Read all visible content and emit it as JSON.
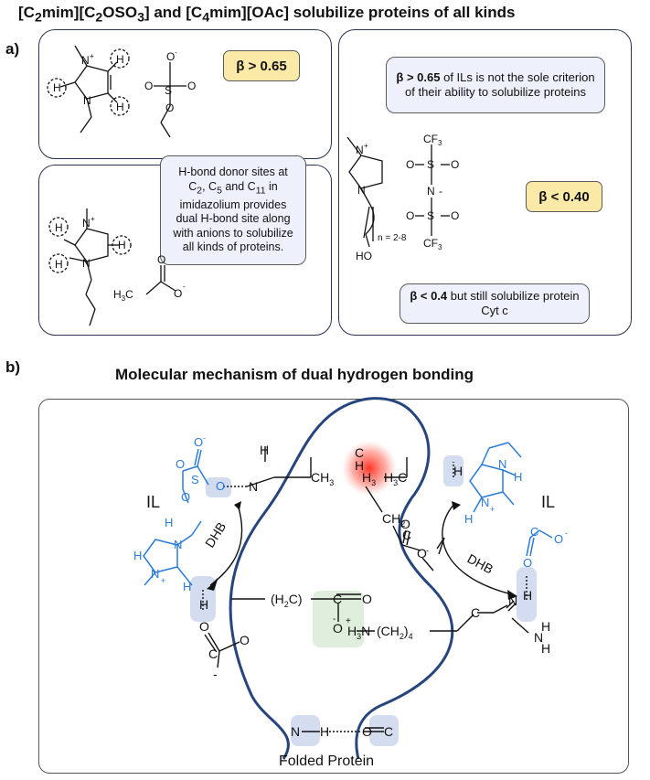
{
  "title_a_parts": {
    "p1": "[C",
    "s1": "2",
    "p2": "mim][C",
    "s2": "2",
    "p3": "OSO",
    "s3": "3",
    "p4": "] and [C",
    "s4": "4",
    "p5": "mim][OAc] solubilize proteins of all kinds"
  },
  "panel_a_label": "a)",
  "panel_b_label": "b)",
  "beta_high": "β > 0.65",
  "beta_low": "β < 0.40",
  "note_hbond": {
    "l1": "H-bond donor sites at",
    "l2a": "C",
    "l2s1": "2",
    "l2b": ", C",
    "l2s2": "5",
    "l2c": " and C",
    "l2s3": "11",
    "l2d": " in",
    "l3": "imidazolium provides",
    "l4": "dual H-bond site along",
    "l5": "with anions to solubilize",
    "l6": "all kinds of proteins."
  },
  "note_criterion": {
    "bold": "β > 0.65",
    "rest": " of ILs is not the sole criterion of their ability to solubilize proteins"
  },
  "note_cytc": {
    "bold": "β < 0.4",
    "rest": " but still solubilize protein Cyt c"
  },
  "title_b": "Molecular mechanism of dual hydrogen bonding",
  "labels": {
    "il": "IL",
    "dhb": "DHB",
    "folded_protein": "Folded Protein",
    "n_range": "n = 2-8",
    "ho": "HO",
    "cf3": "CF",
    "three": "3",
    "h3c": "H",
    "c_acetate": "C",
    "o_minus": "O",
    "h": "H",
    "n": "N",
    "o": "O",
    "c": "C",
    "s": "S",
    "ch3": "CH",
    "h3c_chain": "H",
    "ch2": "CH",
    "two": "2",
    "h2c_lead": "(H",
    "h2c_tail": "C)",
    "h3n": "H",
    "ch2_4_a": "(CH",
    "ch2_4_b": ")",
    "four": "4",
    "minus": "-",
    "plus": "+"
  },
  "colors": {
    "accent_blue": "#2a7bd8",
    "protein_line": "#27457d",
    "beta_fill": "#fbe9a8",
    "note_fill": "#eef1fb",
    "highlight": "#ff3b30"
  }
}
